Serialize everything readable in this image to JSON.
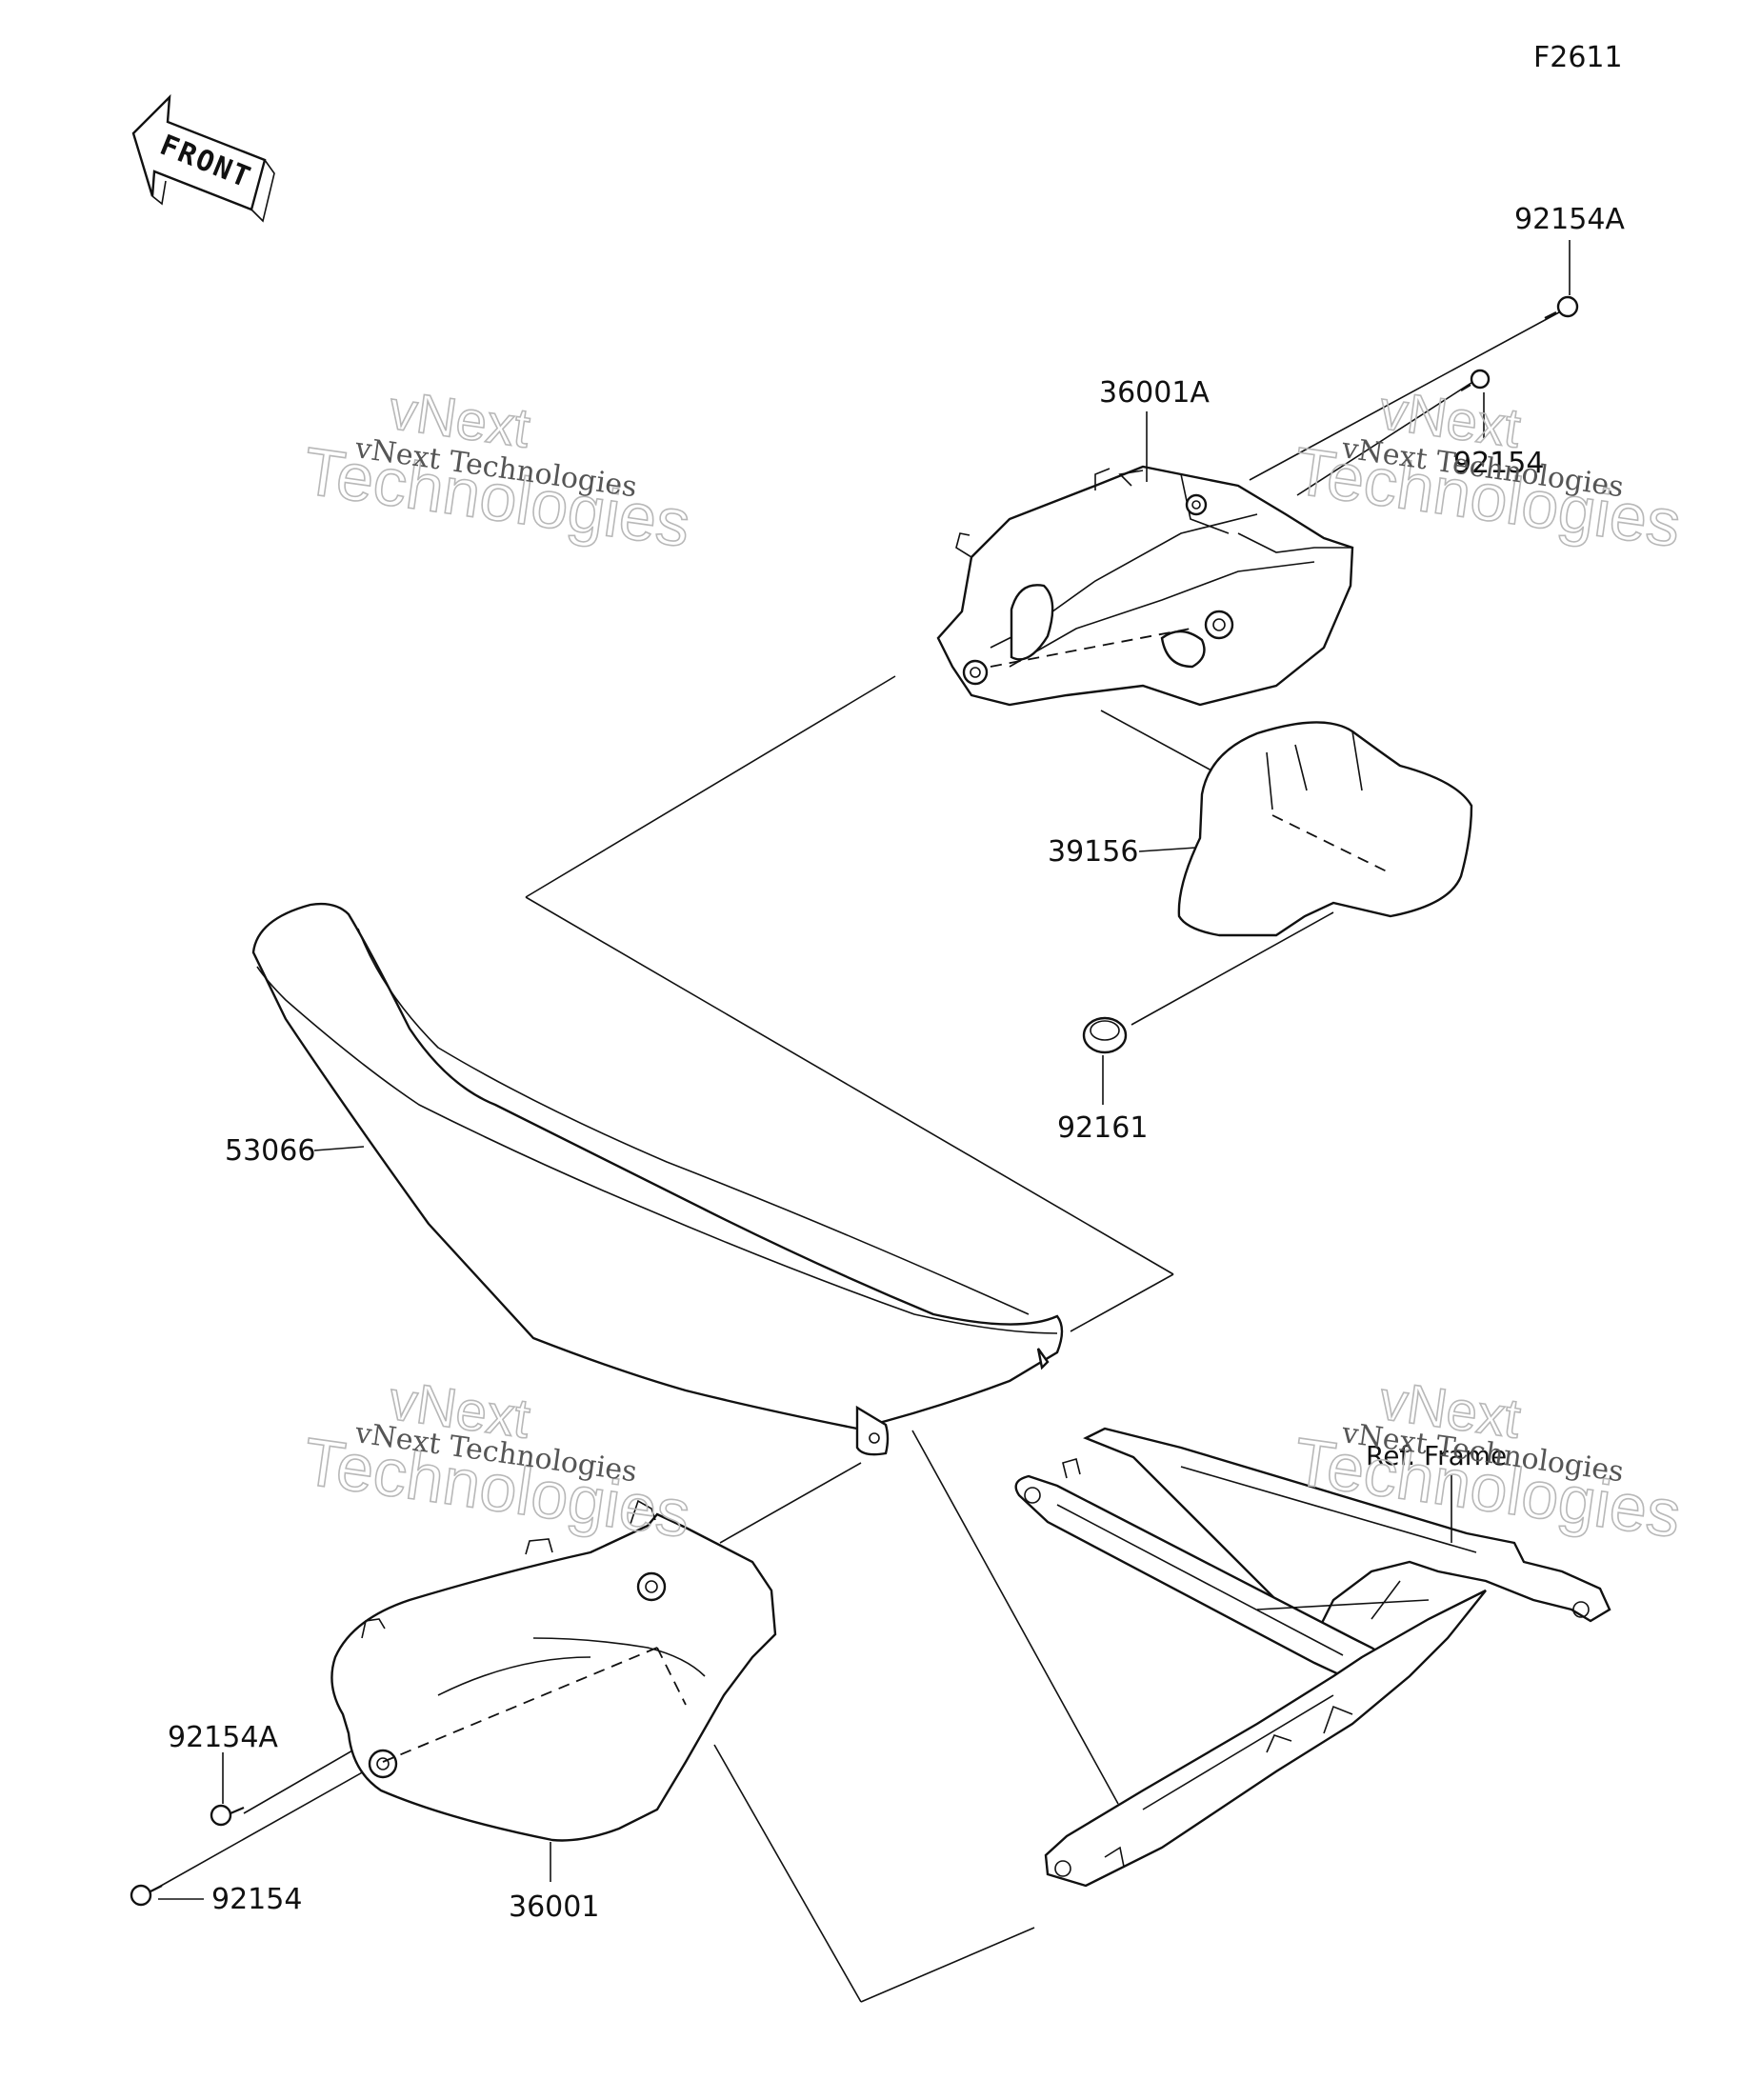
{
  "figure_code": "F2611",
  "front_arrow": {
    "label": "FRONT"
  },
  "ref_label": "Ref. Frame",
  "watermarks": {
    "company": "vNext Technologies",
    "line1": "vNext",
    "line2": "Technologies"
  },
  "parts": {
    "p_92154A_top": "92154A",
    "p_36001A": "36001A",
    "p_92154_top": "92154",
    "p_39156": "39156",
    "p_92161": "92161",
    "p_53066": "53066",
    "p_92154A_bottom": "92154A",
    "p_92154_bottom": "92154",
    "p_36001": "36001"
  }
}
